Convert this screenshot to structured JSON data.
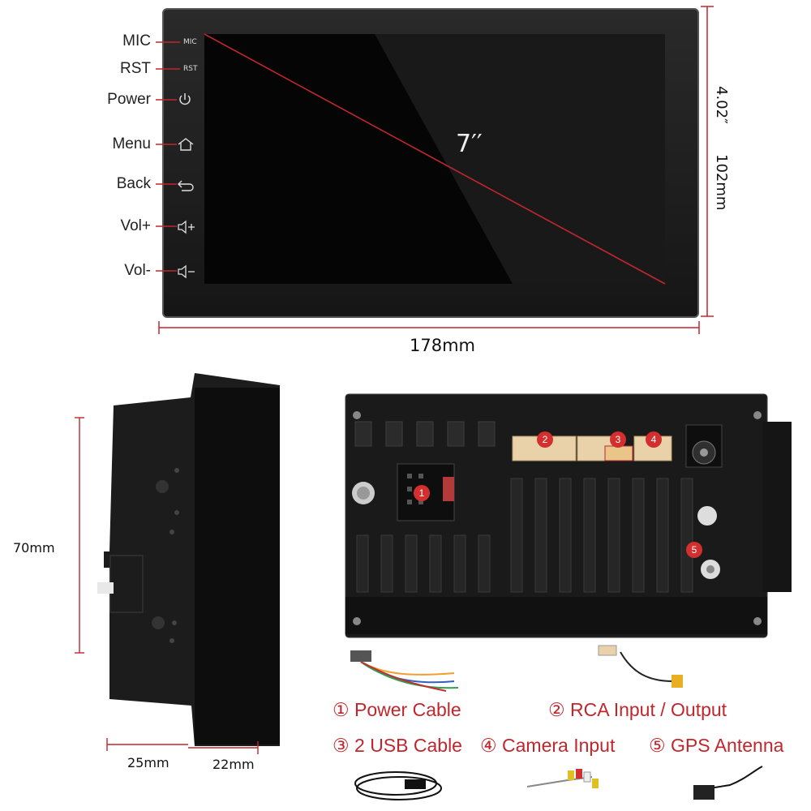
{
  "front": {
    "buttons": [
      {
        "label": "MIC",
        "icon": "mic-text",
        "glyph": "MIC"
      },
      {
        "label": "RST",
        "icon": "rst-text",
        "glyph": "RST"
      },
      {
        "label": "Power",
        "icon": "power-icon"
      },
      {
        "label": "Menu",
        "icon": "home-icon"
      },
      {
        "label": "Back",
        "icon": "back-icon"
      },
      {
        "label": "Vol+",
        "icon": "volume-up-icon"
      },
      {
        "label": "Vol-",
        "icon": "volume-down-icon"
      }
    ],
    "screen_size": "7′′",
    "width_label": "178mm",
    "height_in": "4.02″",
    "height_mm": "102mm"
  },
  "side": {
    "height_label": "70mm",
    "depth_rear": "25mm",
    "depth_front": "22mm"
  },
  "back": {
    "badges": [
      "1",
      "2",
      "3",
      "4",
      "5"
    ],
    "ports": [
      {
        "num": "①",
        "label": "Power Cable"
      },
      {
        "num": "②",
        "label": "RCA Input / Output"
      },
      {
        "num": "③",
        "label": "2 USB Cable"
      },
      {
        "num": "④",
        "label": "Camera Input"
      },
      {
        "num": "⑤",
        "label": "GPS Antenna"
      }
    ]
  },
  "colors": {
    "accent": "#c0272d",
    "panel": "#1e1e1e"
  }
}
